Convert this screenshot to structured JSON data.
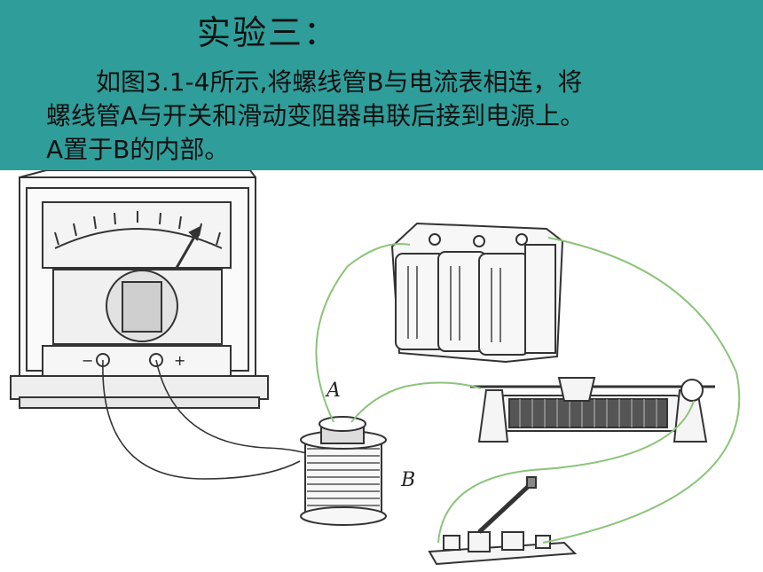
{
  "slide": {
    "title": "实验三：",
    "lines": [
      "如图3.1-4所示,将螺线管B与电流表相连，将",
      "螺线管A与开关和滑动变阻器串联后接到电源上。",
      "A置于B的内部。"
    ]
  },
  "figure": {
    "label_a": "A",
    "label_b": "B",
    "meter_minus": "−",
    "meter_plus": "+"
  },
  "colors": {
    "header_bg": "#2f9e9a",
    "wire": "#8cc47a"
  }
}
